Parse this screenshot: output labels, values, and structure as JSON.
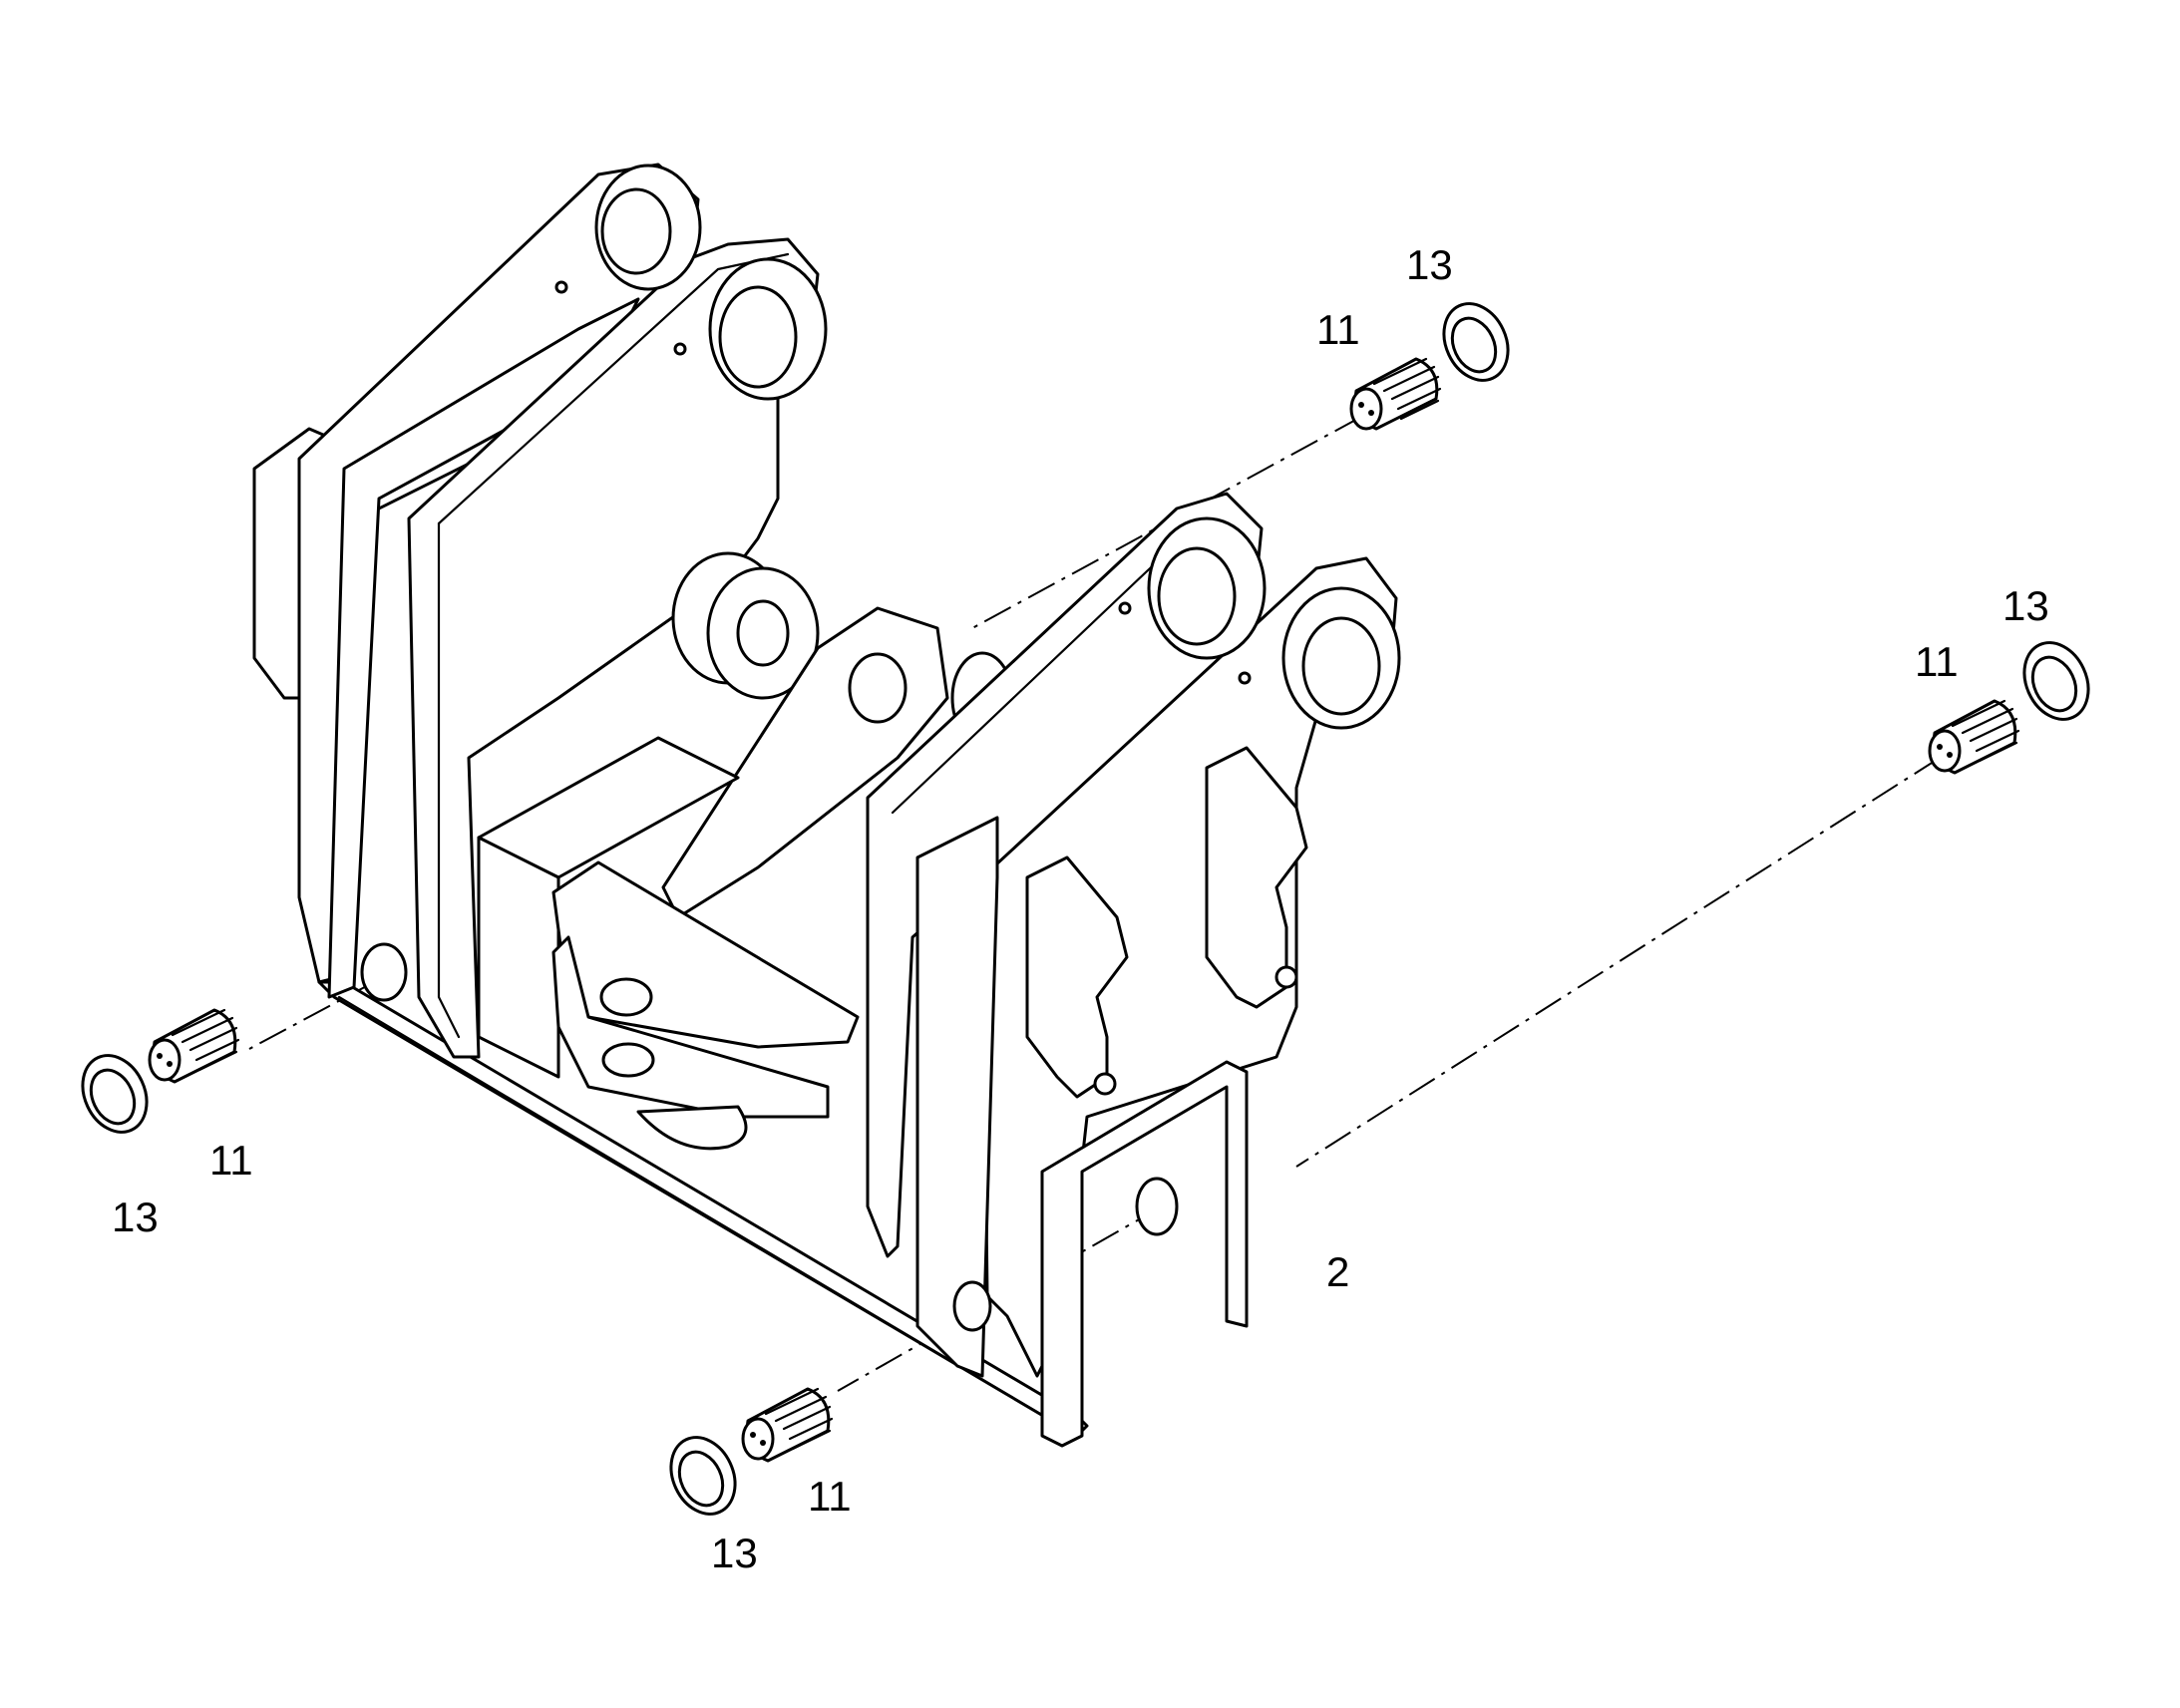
{
  "diagram": {
    "callouts": [
      {
        "id": "c13-top-right-1",
        "text": "13"
      },
      {
        "id": "c11-top-right-1",
        "text": "11"
      },
      {
        "id": "c13-top-right-2",
        "text": "13"
      },
      {
        "id": "c11-top-right-2",
        "text": "11"
      },
      {
        "id": "c11-left",
        "text": "11"
      },
      {
        "id": "c13-left",
        "text": "13"
      },
      {
        "id": "c2-frame",
        "text": "2"
      },
      {
        "id": "c11-bottom",
        "text": "11"
      },
      {
        "id": "c13-bottom",
        "text": "13"
      }
    ],
    "parts": {
      "frame": "2",
      "pin": "11",
      "ring": "13"
    }
  }
}
